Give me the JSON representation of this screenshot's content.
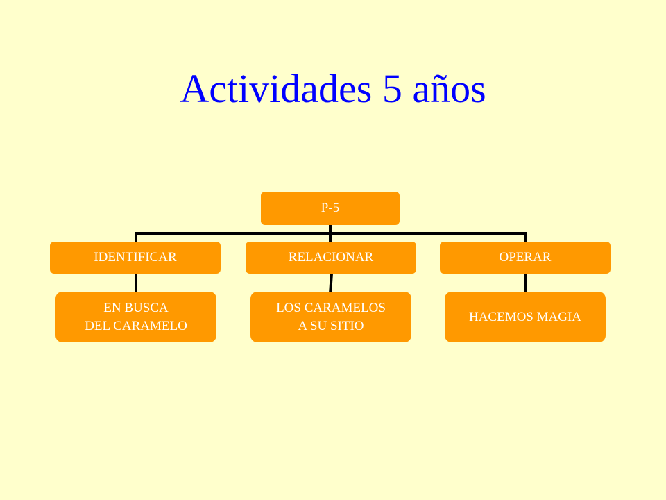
{
  "slide": {
    "title": "Actividades 5 años"
  },
  "diagram": {
    "root": {
      "label": "P-5"
    },
    "branches": [
      {
        "label": "IDENTIFICAR",
        "child": "EN BUSCA\nDEL CARAMELO"
      },
      {
        "label": "RELACIONAR",
        "child": "LOS CARAMELOS\nA SU SITIO"
      },
      {
        "label": "OPERAR",
        "child": "HACEMOS MAGIA"
      }
    ]
  },
  "colors": {
    "background": "#ffffcc",
    "title": "#0000ff",
    "node_fill": "#ff9900",
    "node_text": "#ffffff",
    "connector": "#000000"
  }
}
